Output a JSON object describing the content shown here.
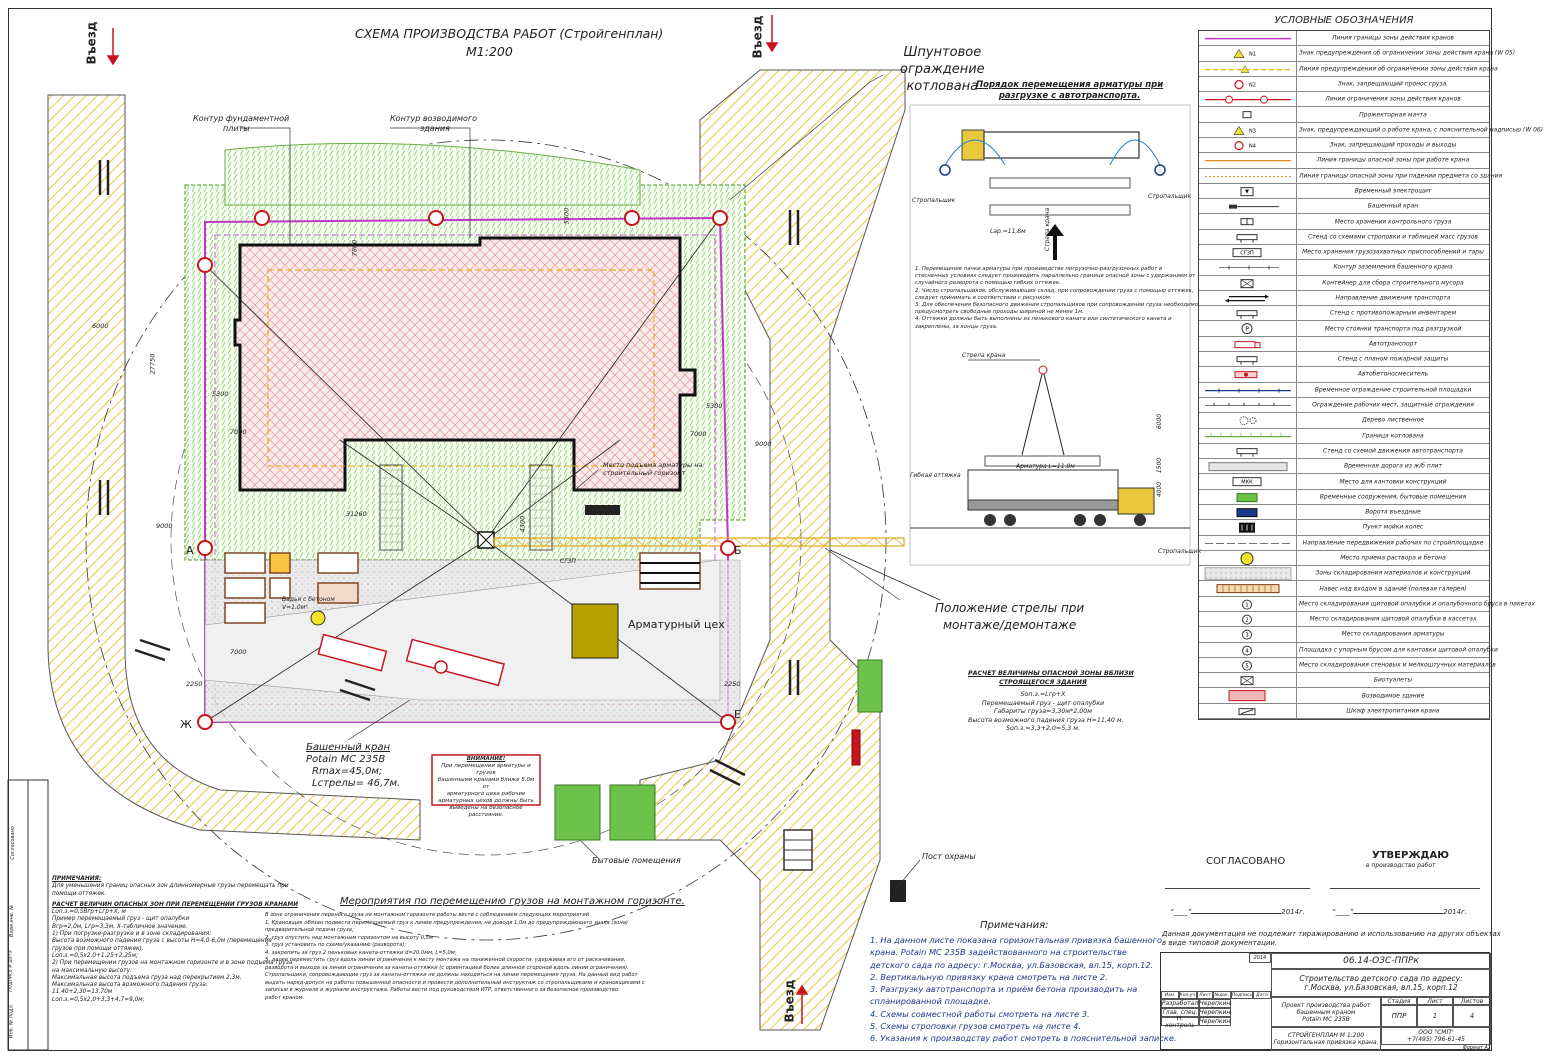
{
  "title": {
    "line1": "СХЕМА ПРОИЗВОДСТВА РАБОТ (Стройгенплан)",
    "line2": "М1:200"
  },
  "entries": {
    "top_left": "Въезд",
    "top_right": "Въезд",
    "bottom": "Въезд"
  },
  "callouts": {
    "sheet_pile": [
      "Шпунтовое",
      "ограждение",
      "котлована"
    ],
    "foundation": [
      "Контур фундаментной",
      "плиты"
    ],
    "building": [
      "Контур возводимого",
      "здания"
    ],
    "boom": [
      "Положение стрелы при",
      "монтаже/демонтаже"
    ],
    "rebar_shop": "Арматурный цех",
    "lift_place": [
      "Место подъема арматуры на",
      "строительный горизонт"
    ],
    "living": "Бытовые помещения",
    "guard": "Пост охраны",
    "concrete_bin": [
      "Бадья с бетоном",
      "V=1.0м³"
    ],
    "slzp": "СГЗП"
  },
  "dims": {
    "d6000": "6000",
    "d9000a": "9000",
    "d9000b": "9000",
    "d31260": "31260",
    "d5300a": "5300",
    "d5300b": "5300",
    "d7000a": "7000",
    "d7000b": "7000",
    "d7000c": "7000",
    "d2250a": "2250",
    "d2250b": "2250",
    "d27750": "27750",
    "d7800": "7800",
    "d4300": "4300",
    "d5300c": "5300"
  },
  "points": {
    "A": "А",
    "B": "Б",
    "E": "Е",
    "Zh": "Ж"
  },
  "crane": {
    "title": "Башенный кран",
    "model": "Potain MC 235B",
    "rmax": "Rmax=45,0м;",
    "boom": "Lстрелы= 46,7м."
  },
  "warning": {
    "title": "ВНИМАНИЕ!",
    "text": [
      "При перемещении арматуры и грузов",
      "башенными кранами ближе 5,0м от",
      "арматурного цеха рабочие",
      "арматурных цехов должны быть",
      "выведены на безопасное расстояние."
    ]
  },
  "rebar": {
    "title": [
      "Порядок перемещения арматуры при",
      "разгрузке с автотранспорта."
    ],
    "slinger_left": "Стропальщик",
    "slinger_right": "Стропальщик",
    "length": "Lар.=11,8м",
    "crane_dir": "Стрела крана",
    "notes": [
      "1. Перемещение пачки арматуры при производстве погрузочно-разгрузочных работ в",
      "стесненных условиях следует производить параллельно границе опасной зоны с удержанием от",
      "случайного разворота с помощью гибких оттяжек.",
      "2. Число стропальщиков, обслуживающих склад, при сопровождении груза с помощью оттяжек,",
      "следует принимать в соответствии с рисунком.",
      "3. Для обеспечения безопасного движения стропальщиков при сопровождении груза необходимо",
      "предусмотреть свободные проходы шириной не менее 1м.",
      "4. Оттяжки должны быть выполнены из пенькового каната или синтетического каната и",
      "закреплены, за концы груза."
    ],
    "flex": "Гибкая оттяжка",
    "rebar_len": "Арматура L=11.8м",
    "h6000": "6000",
    "h4000": "4000",
    "h1500": "1500",
    "slinger3": "Стропальщик"
  },
  "calc_right": {
    "title": [
      "РАСЧЕТ ВЕЛИЧИНЫ ОПАСНОЙ ЗОНЫ ВБЛИЗИ",
      "СТРОЯЩЕГОСЯ ЗДАНИЯ"
    ],
    "lines": [
      "Sоп.з.=Lгр+Х",
      "Перемещаемый груз - щит опалубки",
      "Габариты груза=3,30м*2,00м",
      "Высота возможного падения груза Н=11,40 м.",
      "Sоп.з.=3,3+2,0=5,3 м."
    ]
  },
  "notes_left": {
    "h1": "ПРИМЕЧАНИЯ:",
    "p1": [
      "Для уменьшения границ опасных зон длинномерные грузы перемещать при",
      "помощи оттяжек."
    ],
    "h2": "РАСЧЕТ ВЕЛИЧИН ОПАСНЫХ ЗОН ПРИ ПЕРЕМЕЩЕНИИ ГРУЗОВ КРАНАМИ",
    "lines": [
      "Lоп.з.=0,5Вгр+Lгр+Х, м",
      "Пример перемещаемый груз - щит опалубки",
      "Вгр=2,0м, Lгр=3,3м, Х-табличное значение.",
      "1) При погрузке-разгрузке и в зоне складирования:",
      "   Высота возможного падения груза с высоты Н=4,0-6,0м (перемещение",
      "   грузов при помощи оттяжек).",
      "   Lоп.з.=0,5х2,0+1,25+2,25м;",
      "2) При перемещении грузов на монтажном горизонте и в зоне подъема груза",
      "   на максимальную высоту:",
      "   Максимальная высота подъема груза над перекрытием 2,3м.",
      "   Максимальная высота возможного падения груза:",
      "   11.40+2,30=13,70м",
      "   Lоп.з.=0,5х2,0+3,3+4,7=9,0м;"
    ]
  },
  "measures": {
    "title": "Мероприятия по перемещению грузов на монтажном горизонте.",
    "lines": [
      "В зоне ограничения переноса груза на монтажном горизонте работы вести с соблюдением следующих мероприятий",
      "1. Крановщик обязан подвести перемещаемый груз к линии предупреждения, не доводя 1,0м до предупреждающего знака (зона)",
      "предварительной подачи груза;",
      "2. груз опустить над монтажным горизонтом на высоту 0,5м",
      "3. груз установить по схеме/указанию (разворота);",
      "4. закрепить за груз 2 пеньковых каната-оттяжки d=20,0мм, L=5,0м;",
      "5. далее переместить груз вдоль линии ограничения к месту монтажа на пониженной скорости, удерживая его от раскачивания,",
      "разворота и выхода за линии ограничения за канаты-оттяжки (с ориентацией более длинной стороной вдоль линии ограничения).",
      "Стропальщики, сопровождающие груз за канаты-оттяжки не должны находиться на линии перемещения груза. На данный вид работ",
      "выдать наряд-допуск на работы повышенной опасности и провести дополнительный инструктаж со стропальщиками и крановщиками с",
      "записью в журнале и журнале инструктажа. Работы вести под руководством ИТР, ответственного за безопасное производство",
      "работ краном."
    ]
  },
  "notes_bottom": {
    "title": "Примечания:",
    "lines": [
      "1.  На данном листе показана горизонтальная привязка башенного",
      "     крана. Potain MC 235B задействованного на строительстве",
      "     детского сада  по адресу: г.Москва, ул.Базовская, вл.15, корп.12.",
      "2.  Вертикальную привязку крана смотреть на листе 2.",
      "3.  Разгрузку автотранспорта и приём бетона производить на",
      "     спланированной площадке.",
      "4.  Схемы совместной работы смотреть на листе 3.",
      "5.  Схемы строповки грузов смотреть на листе 4.",
      "6.  Указания к производству работ смотреть в пояснительной записке."
    ]
  },
  "approval": {
    "left": "СОГЛАСОВАНО",
    "right": "УТВЕРЖДАЮ",
    "right_sub": "в производство работ",
    "year_left": "2014г.",
    "year_right": "2014г.",
    "disclaimer": [
      "Данная документация не подлежит тиражированию и использованию на других объектах",
      "в виде типовой документации."
    ]
  },
  "stamp": {
    "code": "06.14-ОЗС-ППРк",
    "object": [
      "Строительство  детского сада по адресу:",
      "г.Москва, ул.Базовская, вл.15, корп.12"
    ],
    "work": [
      "Проект производства работ",
      "башенным краном",
      "Potain MC 235B"
    ],
    "stage_h": "Стадия",
    "sheet_h": "Лист",
    "sheets_h": "Листов",
    "stage": "ППР",
    "sheet": "1",
    "sheets": "4",
    "year": "2014",
    "plan": [
      "СТРОЙГЕНПЛАН М 1:200",
      "Горизонтальная привязка крана."
    ],
    "company": [
      "ООО \"СМП\"",
      "+7(495) 796-61-45"
    ],
    "format": "Формат А1",
    "roles": [
      "Разработал",
      "Глав. спец.",
      "Н. контроль"
    ],
    "names": [
      "Черепкин",
      "Черепкин",
      "Черепкин"
    ],
    "heads": [
      "Изм.",
      "Кол.уч.",
      "Лист",
      "№док.",
      "Подпись",
      "Дата"
    ]
  },
  "side": {
    "inv": "Инв. № подл.",
    "sign": "Подпись и дата",
    "replace": "Взам.инв. №",
    "agreed": "Согласовано"
  },
  "legend": {
    "title": "УСЛОВНЫЕ ОБОЗНАЧЕНИЯ",
    "items": [
      {
        "label": "Линия границы зоны действия кранов",
        "sym": "line-magenta"
      },
      {
        "label": "Знак предупреждения об ограничении зоны действия крана (W 05)",
        "sym": "sign-tri",
        "code": "N1"
      },
      {
        "label": "Линия предупреждения об ограничении зоны действия крана",
        "sym": "line-dash-yellow"
      },
      {
        "label": "Знак, запрещающий пронос груза.",
        "sym": "sign-circle",
        "code": "N2"
      },
      {
        "label": "Линия ограничения зоны действия кранов",
        "sym": "line-limit"
      },
      {
        "label": "Прожекторная мачта",
        "sym": "mast"
      },
      {
        "label": "Знак, предупреждающий о работе крана, с пояснительной надписью (W 06)",
        "sym": "sign-tri",
        "code": "N3"
      },
      {
        "label": "Знак, запрещающий проходы и выходы",
        "sym": "sign-circle",
        "code": "N4"
      },
      {
        "label": "Линия границы опасной зоны при работе крана",
        "sym": "line-orange"
      },
      {
        "label": "Линия границы опасной зоны при падении предмета со здания",
        "sym": "line-dash-orange"
      },
      {
        "label": "Временный электрощит",
        "sym": "box-black"
      },
      {
        "label": "Башенный кран",
        "sym": "crane"
      },
      {
        "label": "Место хранения контрольного груза",
        "sym": "box-grid"
      },
      {
        "label": "Стенд со схемами строповки и таблицей масс грузов",
        "sym": "stand"
      },
      {
        "label": "Место хранения грузозахватных приспособлений и тары",
        "sym": "box-text",
        "code": "СГЗП"
      },
      {
        "label": "Контур заземления башенного крана",
        "sym": "ground"
      },
      {
        "label": "Контейнер для сбора строительного мусора",
        "sym": "box-x"
      },
      {
        "label": "Направление движения транспорта",
        "sym": "arrows"
      },
      {
        "label": "Стенд с противопожарным инвентарем",
        "sym": "stand"
      },
      {
        "label": "Место стоянки транспорта под разгрузкой",
        "sym": "p-circle"
      },
      {
        "label": "Автотранспорт",
        "sym": "truck"
      },
      {
        "label": "Стенд с планом пожарной защиты",
        "sym": "stand"
      },
      {
        "label": "Автобетоносмеситель",
        "sym": "mixer"
      },
      {
        "label": "Временное ограждение строительной площадки",
        "sym": "fence"
      },
      {
        "label": "Ограждение рабочих мест, защитные ограждения",
        "sym": "fence2"
      },
      {
        "label": "Дерево лиственное",
        "sym": "tree"
      },
      {
        "label": "Граница котлована",
        "sym": "pit"
      },
      {
        "label": "Стенд со схемой движения автотранспорта",
        "sym": "stand"
      },
      {
        "label": "Временная дорога из ж/б плит",
        "sym": "road"
      },
      {
        "label": "Место для кантовки конструкций",
        "sym": "box-text",
        "code": "МКК"
      },
      {
        "label": "Временные сооружения, бытовые помещения",
        "sym": "green"
      },
      {
        "label": "Ворота въездные",
        "sym": "gate"
      },
      {
        "label": "Пункт мойки колес",
        "sym": "wash"
      },
      {
        "label": "Направление передвижения рабочих по стройплощадке",
        "sym": "line-walk"
      },
      {
        "label": "Место приема раствора и бетона",
        "sym": "yellow-dot"
      },
      {
        "label": "Зоны складирования материалов и конструкций",
        "sym": "storage"
      },
      {
        "label": "Навес над входом в здание (полевая галерея)",
        "sym": "gallery"
      },
      {
        "label": "Место складирования щитовой опалубки и опалубочного бруса в пакетах",
        "sym": "num",
        "code": "1"
      },
      {
        "label": "Место складирования щитовой опалубки в кассетах",
        "sym": "num",
        "code": "2"
      },
      {
        "label": "Место складирования арматуры",
        "sym": "num",
        "code": "3"
      },
      {
        "label": "Площадка с упорным брусом для кантовки щитовой опалубки",
        "sym": "num",
        "code": "4"
      },
      {
        "label": "Место складирования стеновых и мелкоштучных материалов",
        "sym": "num",
        "code": "5"
      },
      {
        "label": "Биотуалеты",
        "sym": "box-x"
      },
      {
        "label": "Возводимое здание",
        "sym": "building"
      },
      {
        "label": "Шкаф электропитания крана",
        "sym": "cabinet"
      }
    ]
  },
  "colors": {
    "magenta": "#c036c8",
    "hatch": "#e8b400",
    "red": "#c8141e",
    "green": "#6cc24a",
    "brown": "#7a3a18",
    "orange": "#e28a1c"
  }
}
